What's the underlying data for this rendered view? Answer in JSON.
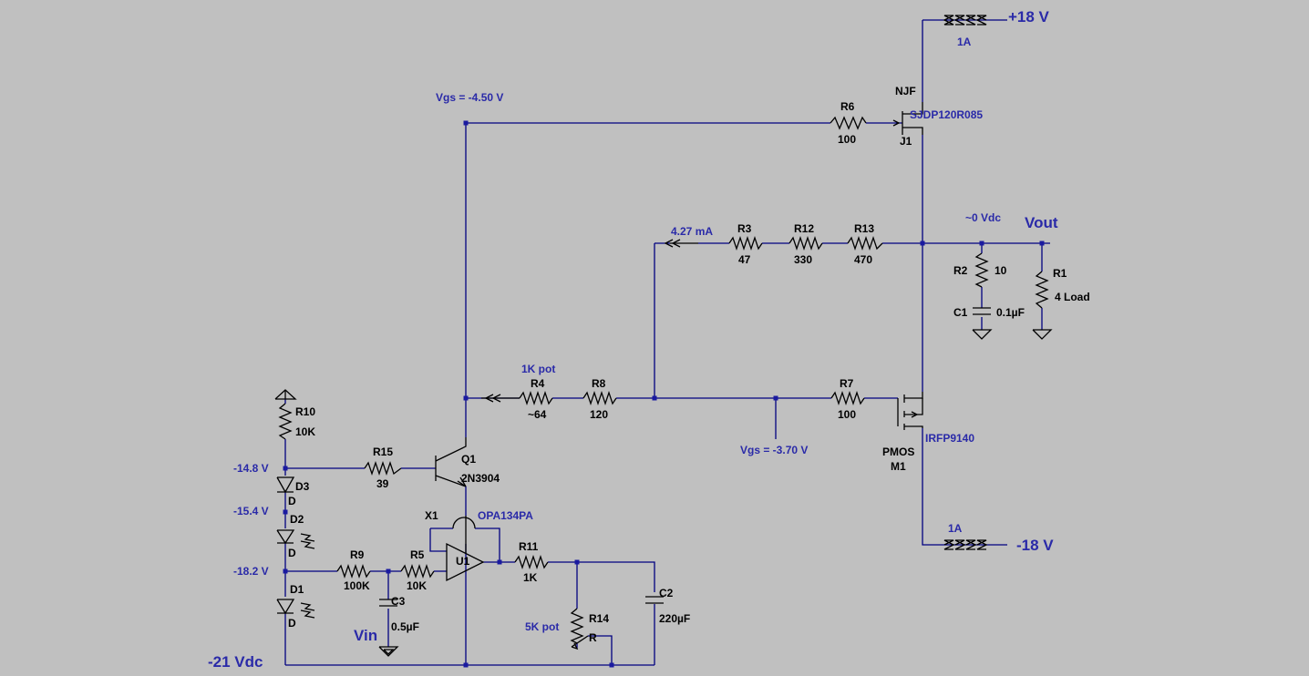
{
  "rails": {
    "positive_supply": "+18 V",
    "negative_supply": "-18 V",
    "positive_current": "1A",
    "negative_current": "1A",
    "bias_supply": "-21 Vdc"
  },
  "nodes": {
    "output": "Vout",
    "output_voltage": "~0 Vdc",
    "input": "Vin",
    "jfet_vgs": "Vgs = -4.50 V",
    "mosfet_vgs": "Vgs = -3.70 V",
    "feedback_current": "4.27 mA",
    "v_d3": "-14.8 V",
    "v_d2": "-15.4 V",
    "v_d1": "-18.2 V"
  },
  "components": {
    "R1": {
      "ref": "R1",
      "value": "4 Load"
    },
    "R2": {
      "ref": "R2",
      "value": "10"
    },
    "R3": {
      "ref": "R3",
      "value": "47"
    },
    "R4": {
      "ref": "R4",
      "value": "~64",
      "note": "1K pot"
    },
    "R5": {
      "ref": "R5",
      "value": "10K"
    },
    "R6": {
      "ref": "R6",
      "value": "100"
    },
    "R7": {
      "ref": "R7",
      "value": "100"
    },
    "R8": {
      "ref": "R8",
      "value": "120"
    },
    "R9": {
      "ref": "R9",
      "value": "100K"
    },
    "R10": {
      "ref": "R10",
      "value": "10K"
    },
    "R11": {
      "ref": "R11",
      "value": "1K"
    },
    "R12": {
      "ref": "R12",
      "value": "330"
    },
    "R13": {
      "ref": "R13",
      "value": "470"
    },
    "R14": {
      "ref": "R14",
      "value": "R",
      "note": "5K pot"
    },
    "R15": {
      "ref": "R15",
      "value": "39"
    },
    "C1": {
      "ref": "C1",
      "value": "0.1µF"
    },
    "C2": {
      "ref": "C2",
      "value": "220µF"
    },
    "C3": {
      "ref": "C3",
      "value": "0.5µF"
    },
    "D1": {
      "ref": "D1",
      "value": "D"
    },
    "D2": {
      "ref": "D2",
      "value": "D"
    },
    "D3": {
      "ref": "D3",
      "value": "D"
    },
    "J1": {
      "ref": "J1",
      "type": "NJF",
      "model": "SJDP120R085"
    },
    "M1": {
      "ref": "M1",
      "type": "PMOS",
      "model": "IRFP9140"
    },
    "Q1": {
      "ref": "Q1",
      "model": "2N3904"
    },
    "U1": {
      "ref": "U1",
      "sub": "X1",
      "model": "OPA134PA"
    }
  },
  "colors": {
    "background": "#c0c0c0",
    "wire": "#000080",
    "component": "#000000",
    "label_blue": "#2a2aa8"
  }
}
